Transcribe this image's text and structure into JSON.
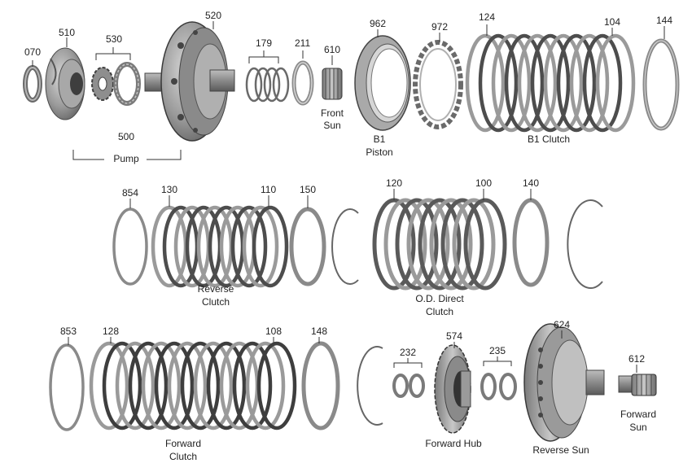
{
  "colors": {
    "metal_dark": "#5a5a5a",
    "metal_mid": "#8a8a8a",
    "metal_light": "#c4c4c4",
    "line": "#333333"
  },
  "part_numbers": {
    "p070": "070",
    "p510": "510",
    "p530": "530",
    "p520": "520",
    "p500": "500",
    "p179": "179",
    "p211": "211",
    "p610": "610",
    "p962": "962",
    "p972": "972",
    "p124": "124",
    "p104": "104",
    "p144": "144",
    "p854": "854",
    "p130": "130",
    "p110": "110",
    "p150": "150",
    "p120": "120",
    "p100": "100",
    "p140": "140",
    "p853": "853",
    "p128": "128",
    "p108": "108",
    "p148": "148",
    "p232": "232",
    "p574": "574",
    "p235": "235",
    "p624": "624",
    "p612": "612"
  },
  "part_names": {
    "pump": "Pump",
    "front_sun_1": "Front",
    "front_sun_2": "Sun",
    "b1_piston_1": "B1",
    "b1_piston_2": "Piston",
    "b1_clutch": "B1 Clutch",
    "reverse_clutch_1": "Reverse",
    "reverse_clutch_2": "Clutch",
    "od_direct_1": "O.D. Direct",
    "od_direct_2": "Clutch",
    "forward_clutch_1": "Forward",
    "forward_clutch_2": "Clutch",
    "forward_hub": "Forward Hub",
    "reverse_sun": "Reverse Sun",
    "forward_sun_1": "Forward",
    "forward_sun_2": "Sun"
  }
}
